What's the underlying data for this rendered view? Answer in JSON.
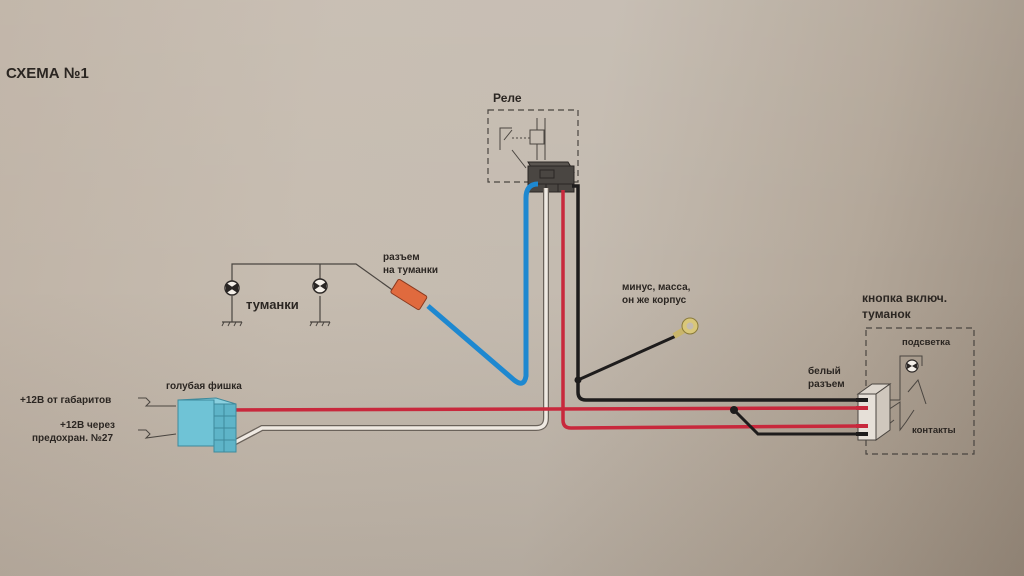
{
  "title": "СХЕМА №1",
  "relay": {
    "label": "Реле"
  },
  "fog_lamps": {
    "label": "туманки",
    "count": 2
  },
  "fog_connector": {
    "label_line1": "разъем",
    "label_line2": "на туманки"
  },
  "ground": {
    "label_line1": "минус, масса,",
    "label_line2": "он же корпус"
  },
  "button": {
    "title_line1": "кнопка включ.",
    "title_line2": "туманок",
    "backlight_label": "подсветка",
    "contacts_label": "контакты"
  },
  "white_connector": {
    "label_line1": "белый",
    "label_line2": "разъем"
  },
  "blue_connector": {
    "label": "голубая фишка"
  },
  "inputs": [
    {
      "label_line1": "+12В от габаритов",
      "label_line2": ""
    },
    {
      "label_line1": "+12В через",
      "label_line2": "предохран. №27"
    }
  ],
  "colors": {
    "wire_red": "#c8283c",
    "wire_blue": "#1e88d0",
    "wire_black": "#1e1c1c",
    "wire_white": "#efe9e2",
    "connector_blue": "#6fc3d6",
    "connector_orange": "#e06a3e",
    "line": "#4a4540"
  }
}
